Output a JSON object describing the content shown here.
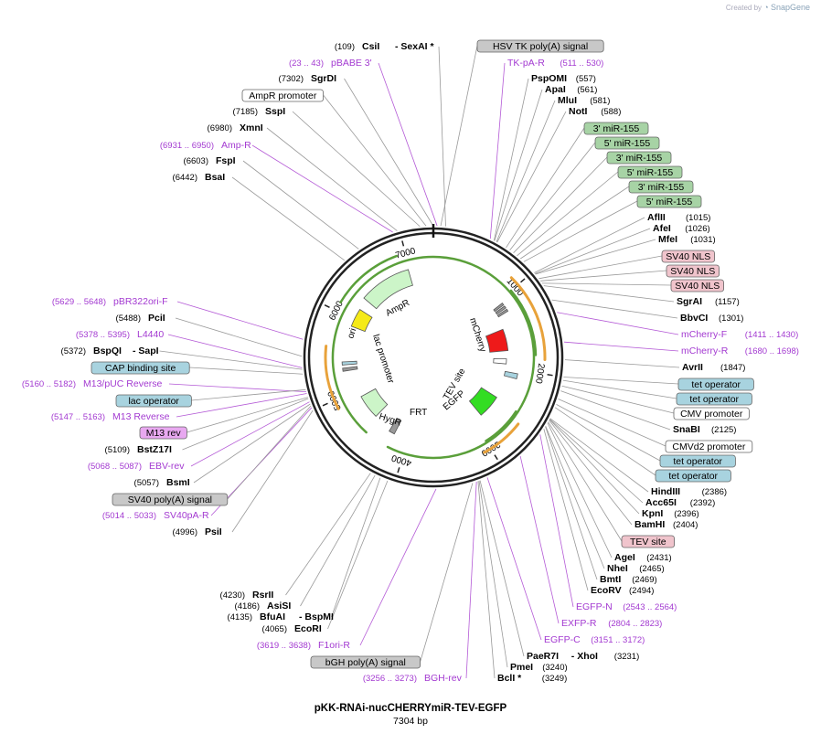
{
  "watermark": {
    "prefix": "Created by",
    "brand": "SnapGene"
  },
  "plasmid": {
    "name": "pKK-RNAi-nucCHERRYmiR-TEV-EGFP",
    "size_label": "7304 bp",
    "length": 7304
  },
  "ticks": [
    "1000",
    "2000",
    "3000",
    "4000",
    "5000",
    "6000",
    "7000"
  ],
  "features": [
    {
      "label": "HSV TK poly(A) signal",
      "pos": 65,
      "color": "#c8c8c8"
    },
    {
      "label": "3' miR-155",
      "pos": 680,
      "color": "#a7d3a5"
    },
    {
      "label": "5' miR-155",
      "pos": 720,
      "color": "#a7d3a5"
    },
    {
      "label": "3' miR-155",
      "pos": 760,
      "color": "#a7d3a5"
    },
    {
      "label": "5' miR-155",
      "pos": 800,
      "color": "#a7d3a5"
    },
    {
      "label": "3' miR-155",
      "pos": 840,
      "color": "#a7d3a5"
    },
    {
      "label": "5' miR-155",
      "pos": 880,
      "color": "#a7d3a5"
    },
    {
      "label": "SV40 NLS",
      "pos": 1080,
      "color": "#f0c4cc"
    },
    {
      "label": "SV40 NLS",
      "pos": 1105,
      "color": "#f0c4cc"
    },
    {
      "label": "SV40 NLS",
      "pos": 1130,
      "color": "#f0c4cc"
    },
    {
      "label": "tet operator",
      "pos": 2000,
      "color": "#a8d3df"
    },
    {
      "label": "tet operator",
      "pos": 2030,
      "color": "#a8d3df"
    },
    {
      "label": "CMV promoter",
      "pos": 2080,
      "color": "#ffffff"
    },
    {
      "label": "CMVd2 promoter",
      "pos": 2200,
      "color": "#ffffff"
    },
    {
      "label": "tet operator",
      "pos": 2250,
      "color": "#a8d3df"
    },
    {
      "label": "tet operator",
      "pos": 2280,
      "color": "#a8d3df"
    },
    {
      "label": "TEV site",
      "pos": 2420,
      "color": "#f0c4cc"
    },
    {
      "label": "bGH poly(A) signal",
      "pos": 3300,
      "color": "#c8c8c8"
    },
    {
      "label": "SV40 poly(A) signal",
      "pos": 5040,
      "color": "#c8c8c8"
    },
    {
      "label": "M13 rev",
      "pos": 5120,
      "color": "#e8a8f0"
    },
    {
      "label": "lac operator",
      "pos": 5190,
      "color": "#a8d3df"
    },
    {
      "label": "CAP binding site",
      "pos": 5330,
      "color": "#a8d3df"
    },
    {
      "label": "AmpR promoter",
      "pos": 7240,
      "color": "#ffffff"
    }
  ],
  "enzymes": [
    {
      "name": "CsiI",
      "coord": "(109)",
      "extra": "- SexAI *",
      "pos": 109
    },
    {
      "name": "SgrDI",
      "coord": "(7302)",
      "pos": 7302
    },
    {
      "name": "SspI",
      "coord": "(7185)",
      "pos": 7185
    },
    {
      "name": "XmnI",
      "coord": "(6980)",
      "pos": 6980
    },
    {
      "name": "FspI",
      "coord": "(6603)",
      "pos": 6603
    },
    {
      "name": "BsaI",
      "coord": "(6442)",
      "pos": 6442
    },
    {
      "name": "PspOMI",
      "coord": "(557)",
      "pos": 557
    },
    {
      "name": "ApaI",
      "coord": "(561)",
      "pos": 561
    },
    {
      "name": "MluI",
      "coord": "(581)",
      "pos": 581
    },
    {
      "name": "NotI",
      "coord": "(588)",
      "pos": 588
    },
    {
      "name": "AflII",
      "coord": "(1015)",
      "pos": 1015
    },
    {
      "name": "AfeI",
      "coord": "(1026)",
      "pos": 1026
    },
    {
      "name": "MfeI",
      "coord": "(1031)",
      "pos": 1031
    },
    {
      "name": "SgrAI",
      "coord": "(1157)",
      "pos": 1157
    },
    {
      "name": "BbvCI",
      "coord": "(1301)",
      "pos": 1301
    },
    {
      "name": "AvrII",
      "coord": "(1847)",
      "pos": 1847
    },
    {
      "name": "SnaBI",
      "coord": "(2125)",
      "pos": 2125
    },
    {
      "name": "HindIII",
      "coord": "(2386)",
      "pos": 2386
    },
    {
      "name": "Acc65I",
      "coord": "(2392)",
      "pos": 2392
    },
    {
      "name": "KpnI",
      "coord": "(2396)",
      "pos": 2396
    },
    {
      "name": "BamHI",
      "coord": "(2404)",
      "pos": 2404
    },
    {
      "name": "AgeI",
      "coord": "(2431)",
      "pos": 2431
    },
    {
      "name": "NheI",
      "coord": "(2465)",
      "pos": 2465
    },
    {
      "name": "BmtI",
      "coord": "(2469)",
      "pos": 2469
    },
    {
      "name": "EcoRV",
      "coord": "(2494)",
      "pos": 2494
    },
    {
      "name": "PaeR7I",
      "coord": "(3231)",
      "extra": "- XhoI",
      "pos": 3231
    },
    {
      "name": "PmeI",
      "coord": "(3240)",
      "pos": 3240
    },
    {
      "name": "BclI *",
      "coord": "(3249)",
      "pos": 3249
    },
    {
      "name": "EcoRI",
      "coord": "(4065)",
      "pos": 4065
    },
    {
      "name": "BfuAI",
      "coord": "(4135)",
      "extra": "- BspMI",
      "pos": 4135
    },
    {
      "name": "AsiSI",
      "coord": "(4186)",
      "pos": 4186
    },
    {
      "name": "RsrII",
      "coord": "(4230)",
      "pos": 4230
    },
    {
      "name": "PsiI",
      "coord": "(4996)",
      "pos": 4996
    },
    {
      "name": "BsmI",
      "coord": "(5057)",
      "pos": 5057
    },
    {
      "name": "BstZ17I",
      "coord": "(5109)",
      "pos": 5109
    },
    {
      "name": "BspQI",
      "coord": "(5372)",
      "extra": "- SapI",
      "pos": 5372
    },
    {
      "name": "PciI",
      "coord": "(5488)",
      "pos": 5488
    }
  ],
  "primers": [
    {
      "name": "pBABE 3'",
      "coord": "(23 .. 43)",
      "pos": 33
    },
    {
      "name": "Amp-R",
      "coord": "(6931 .. 6950)",
      "pos": 6940
    },
    {
      "name": "TK-pA-R",
      "coord": "(511 .. 530)",
      "pos": 520
    },
    {
      "name": "mCherry-F",
      "coord": "(1411 .. 1430)",
      "pos": 1420
    },
    {
      "name": "mCherry-R",
      "coord": "(1680 .. 1698)",
      "pos": 1690
    },
    {
      "name": "EGFP-N",
      "coord": "(2543 .. 2564)",
      "pos": 2553
    },
    {
      "name": "EXFP-R",
      "coord": "(2804 .. 2823)",
      "pos": 2813
    },
    {
      "name": "EGFP-C",
      "coord": "(3151 .. 3172)",
      "pos": 3161
    },
    {
      "name": "BGH-rev",
      "coord": "(3256 .. 3273)",
      "pos": 3264
    },
    {
      "name": "F1ori-R",
      "coord": "(3619 .. 3638)",
      "pos": 3628
    },
    {
      "name": "SV40pA-R",
      "coord": "(5014 .. 5033)",
      "pos": 5023
    },
    {
      "name": "EBV-rev",
      "coord": "(5068 .. 5087)",
      "pos": 5077
    },
    {
      "name": "M13 Reverse",
      "coord": "(5147 .. 5163)",
      "pos": 5155
    },
    {
      "name": "M13/pUC Reverse",
      "coord": "(5160 .. 5182)",
      "pos": 5171
    },
    {
      "name": "L4440",
      "coord": "(5378 .. 5395)",
      "pos": 5386
    },
    {
      "name": "pBR322ori-F",
      "coord": "(5629 .. 5648)",
      "pos": 5638
    }
  ],
  "inner": {
    "AmpR": "AmpR",
    "ori": "ori",
    "lac": "lac promoter",
    "HygR": "HygR",
    "FRT": "FRT",
    "mCherry": "mCherry",
    "TEV": "TEV site",
    "EGFP": "EGFP"
  }
}
